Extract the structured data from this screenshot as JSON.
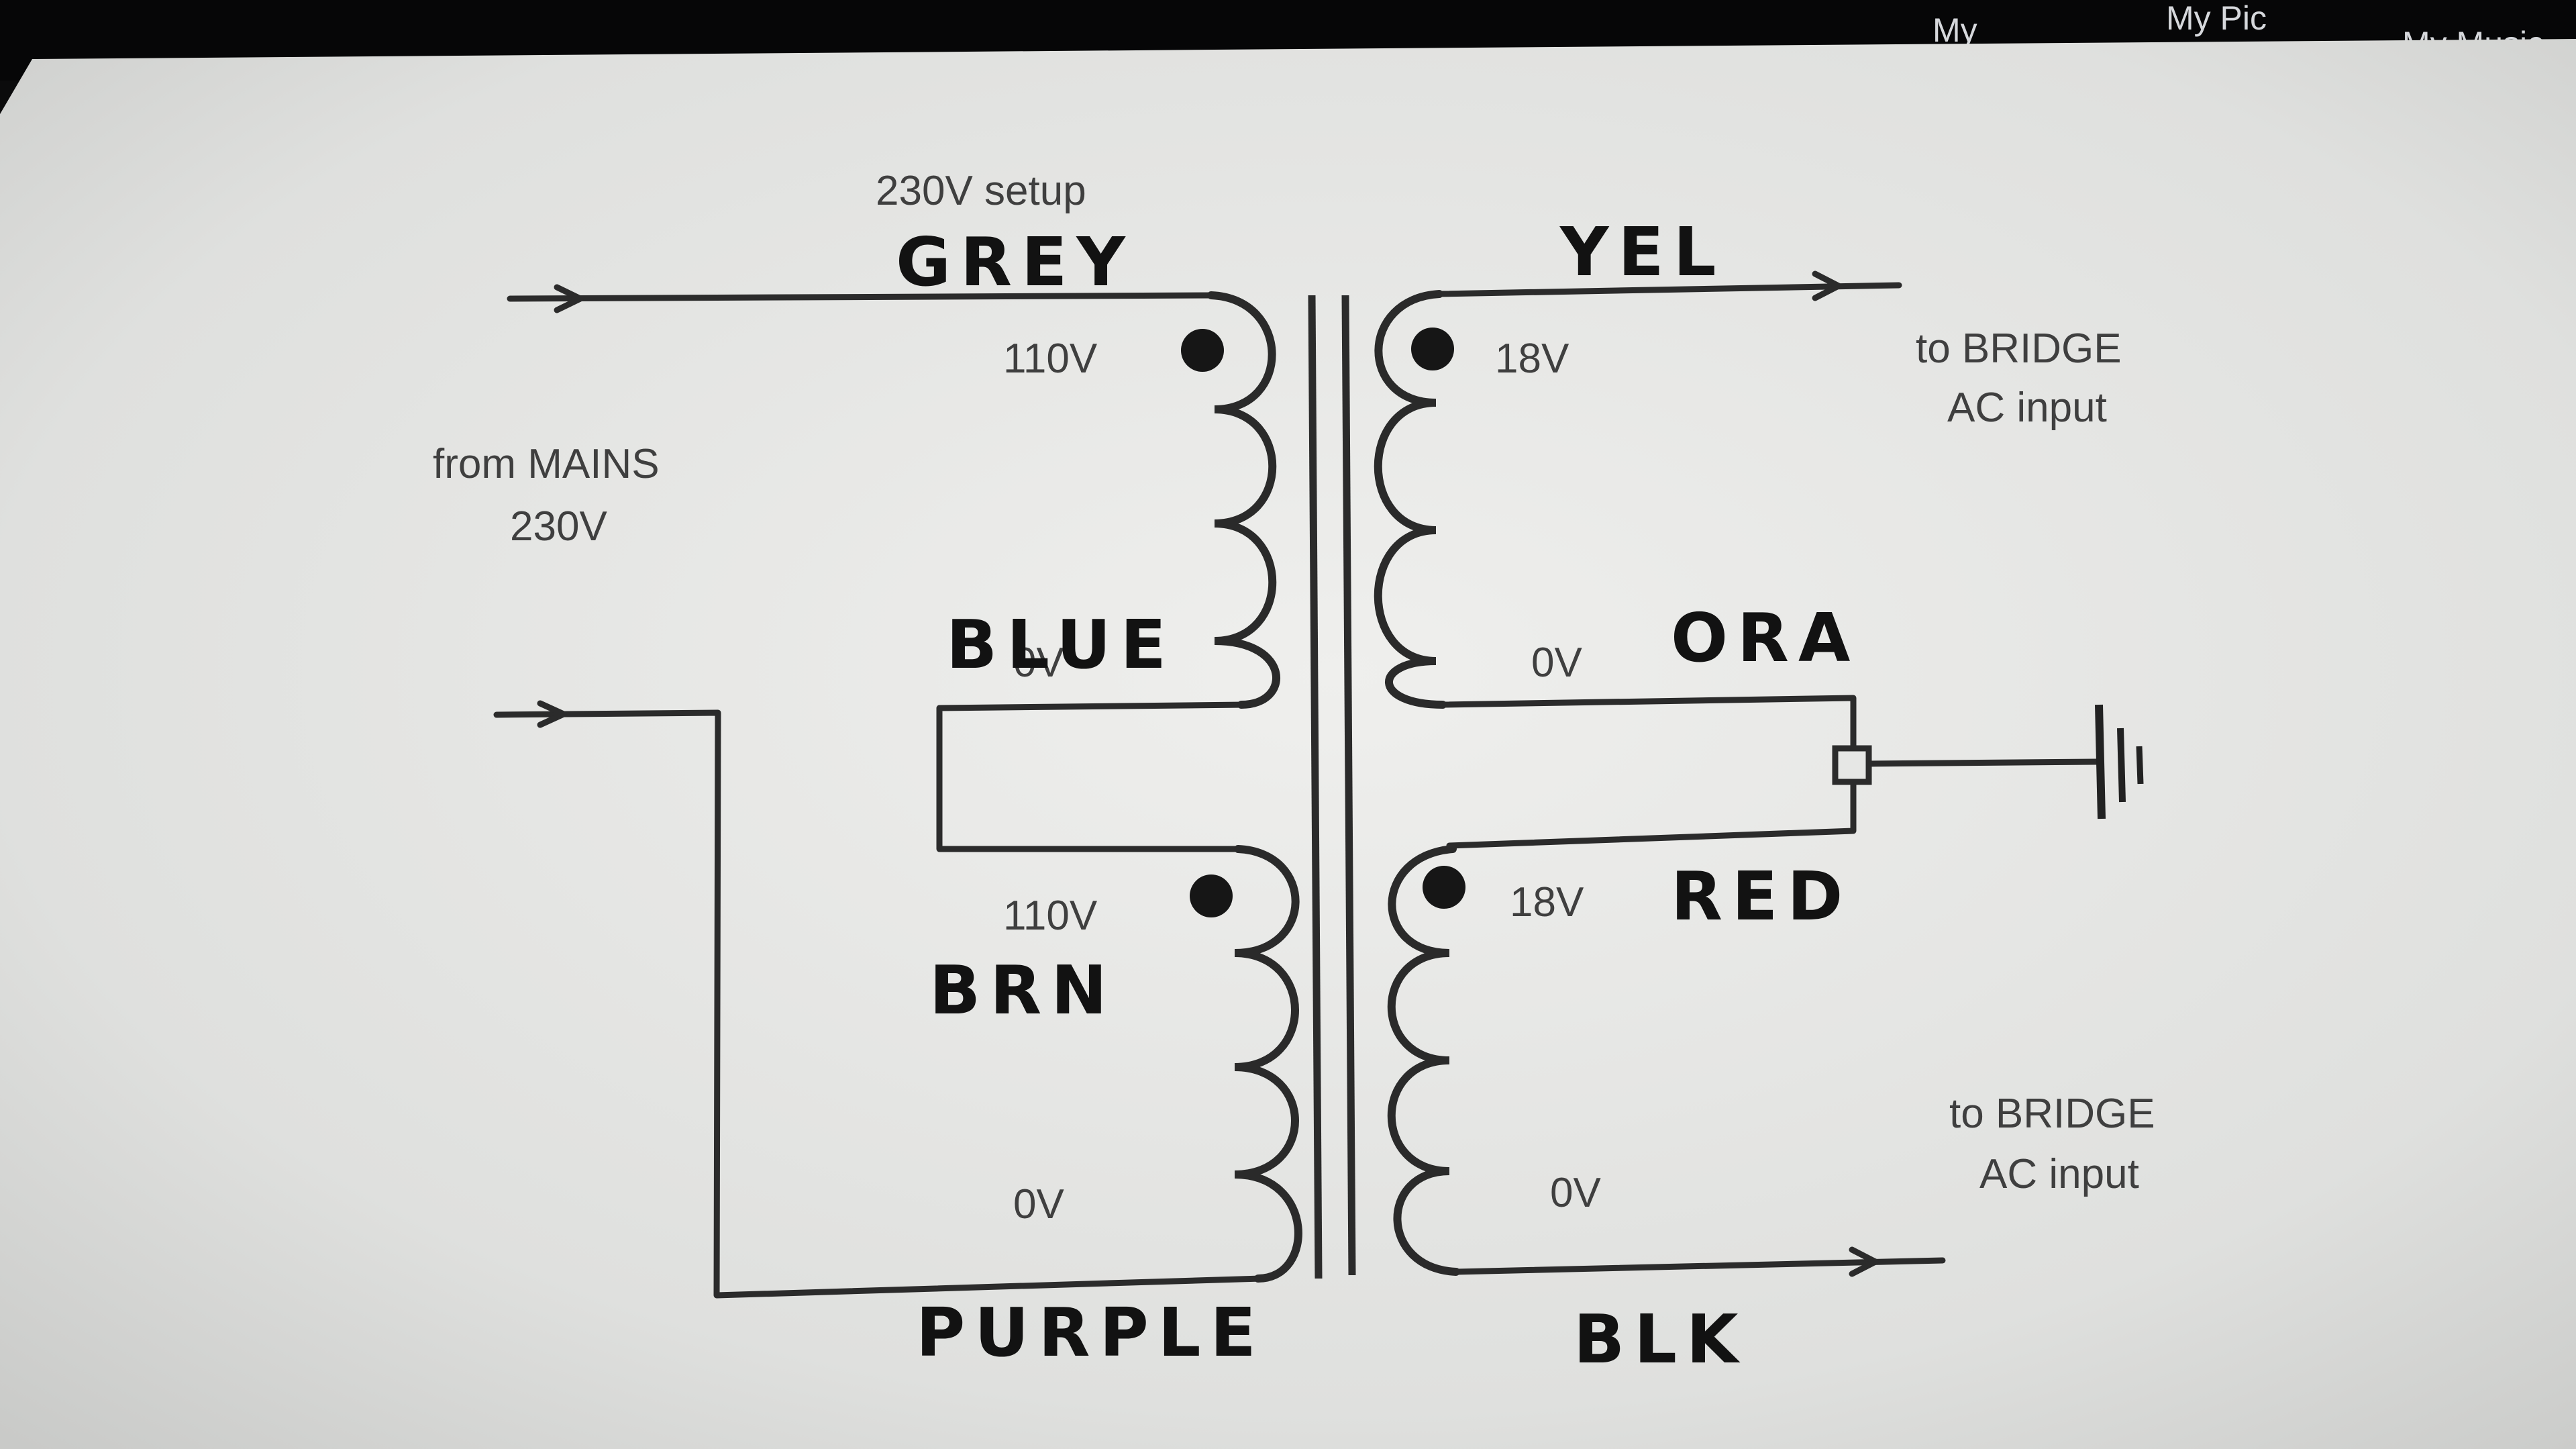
{
  "desktop": {
    "background": "#0b0b0c",
    "items": [
      "My",
      "My Pic",
      "My Music"
    ]
  },
  "diagram": {
    "title": "230V setup",
    "mains_label": [
      "from MAINS",
      "230V"
    ],
    "bridge_label": [
      "to BRIDGE",
      "AC input"
    ],
    "primary": {
      "top_tap": "110V",
      "top_zero": "0V",
      "bottom_tap": "110V",
      "bottom_zero": "0V"
    },
    "secondary": {
      "top_tap": "18V",
      "top_zero": "0V",
      "bottom_tap": "18V",
      "bottom_zero": "0V"
    },
    "handwritten": {
      "grey": "GREY",
      "blue": "BLUE",
      "brn": "BRN",
      "purple": "PURPLE",
      "yel": "YEL",
      "ora": "ORA",
      "red": "RED",
      "blk": "BLK"
    },
    "paper_color": "#e9eae8",
    "ink_color": "#2b2b2b"
  }
}
